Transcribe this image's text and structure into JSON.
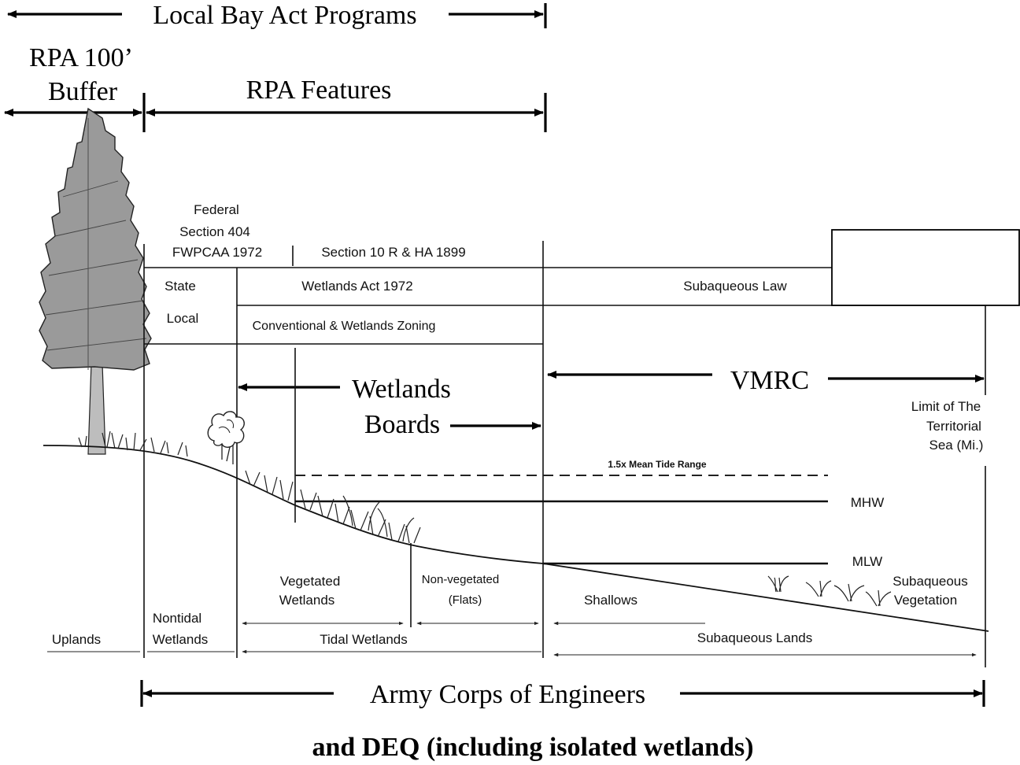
{
  "top": {
    "local_bay_act": "Local Bay Act Programs",
    "rpa_buffer_line1": "RPA 100’",
    "rpa_buffer_line2": "Buffer",
    "rpa_features": "RPA Features"
  },
  "jurisdiction_table": {
    "federal_line1": "Federal",
    "federal_line2": "Section 404",
    "federal_line3": "FWPCAA 1972",
    "section10": "Section 10 R & HA 1899",
    "state": "State",
    "local": "Local",
    "wetlands_act": "Wetlands Act 1972",
    "zoning": "Conventional & Wetlands Zoning",
    "subaqueous_law": "Subaqueous Law"
  },
  "authorities": {
    "wetlands_boards_line1": "Wetlands",
    "wetlands_boards_line2": "Boards",
    "vmrc": "VMRC",
    "territorial_line1": "Limit of The",
    "territorial_line2": "Territorial",
    "territorial_line3": "Sea (Mi.)"
  },
  "tide_levels": {
    "mean_tide_range": "1.5x Mean Tide Range",
    "mhw": "MHW",
    "mlw": "MLW"
  },
  "zones": {
    "veg_wetlands_line1": "Vegetated",
    "veg_wetlands_line2": "Wetlands",
    "nonveg_line1": "Non-vegetated",
    "nonveg_line2": "(Flats)",
    "shallows": "Shallows",
    "sav_line1": "Subaqueous",
    "sav_line2": "Vegetation",
    "nontidal_line1": "Nontidal",
    "nontidal_line2": "Wetlands",
    "uplands": "Uplands",
    "tidal_wetlands": "Tidal Wetlands",
    "subaqueous_lands": "Subaqueous Lands"
  },
  "bottom": {
    "army_corps": "Army Corps of Engineers",
    "deq": "and DEQ (including isolated wetlands)"
  }
}
